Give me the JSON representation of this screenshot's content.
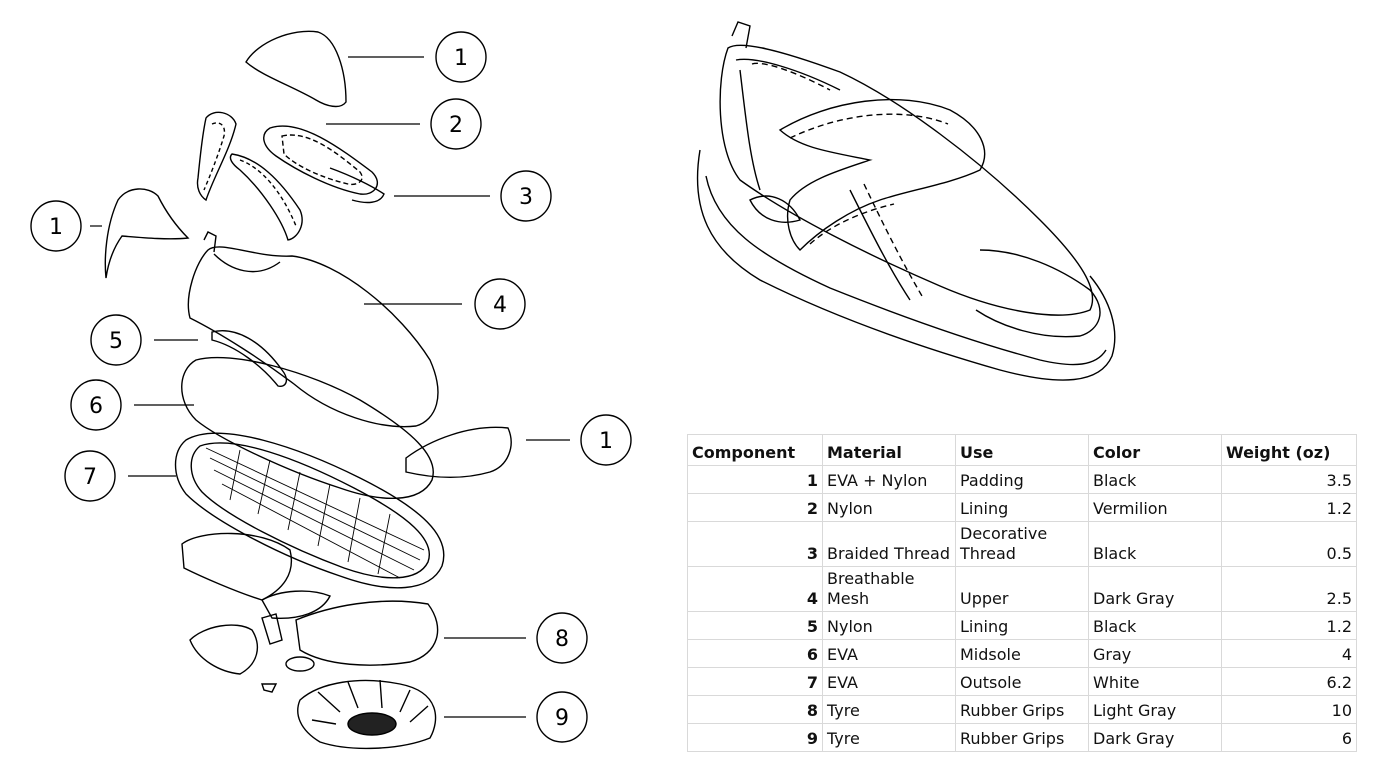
{
  "callouts": {
    "c1a": "1",
    "c2": "2",
    "c3": "3",
    "c1b": "1",
    "c4": "4",
    "c5": "5",
    "c6": "6",
    "c1c": "1",
    "c7": "7",
    "c8": "8",
    "c9": "9"
  },
  "table": {
    "headers": {
      "component": "Component",
      "material": "Material",
      "use": "Use",
      "color": "Color",
      "weight": "Weight (oz)"
    },
    "rows": [
      {
        "component": "1",
        "material": "EVA + Nylon",
        "use": "Padding",
        "color": "Black",
        "weight": "3.5"
      },
      {
        "component": "2",
        "material": "Nylon",
        "use": "Lining",
        "color": "Vermilion",
        "weight": "1.2"
      },
      {
        "component": "3",
        "material": "Braided Thread",
        "use": "Decorative Thread",
        "color": "Black",
        "weight": "0.5"
      },
      {
        "component": "4",
        "material": "Breathable Mesh",
        "use": "Upper",
        "color": "Dark Gray",
        "weight": "2.5"
      },
      {
        "component": "5",
        "material": "Nylon",
        "use": "Lining",
        "color": "Black",
        "weight": "1.2"
      },
      {
        "component": "6",
        "material": "EVA",
        "use": "Midsole",
        "color": "Gray",
        "weight": "4"
      },
      {
        "component": "7",
        "material": "EVA",
        "use": "Outsole",
        "color": "White",
        "weight": "6.2"
      },
      {
        "component": "8",
        "material": "Tyre",
        "use": "Rubber Grips",
        "color": "Light Gray",
        "weight": "10"
      },
      {
        "component": "9",
        "material": "Tyre",
        "use": "Rubber Grips",
        "color": "Dark Gray",
        "weight": "6"
      }
    ]
  }
}
